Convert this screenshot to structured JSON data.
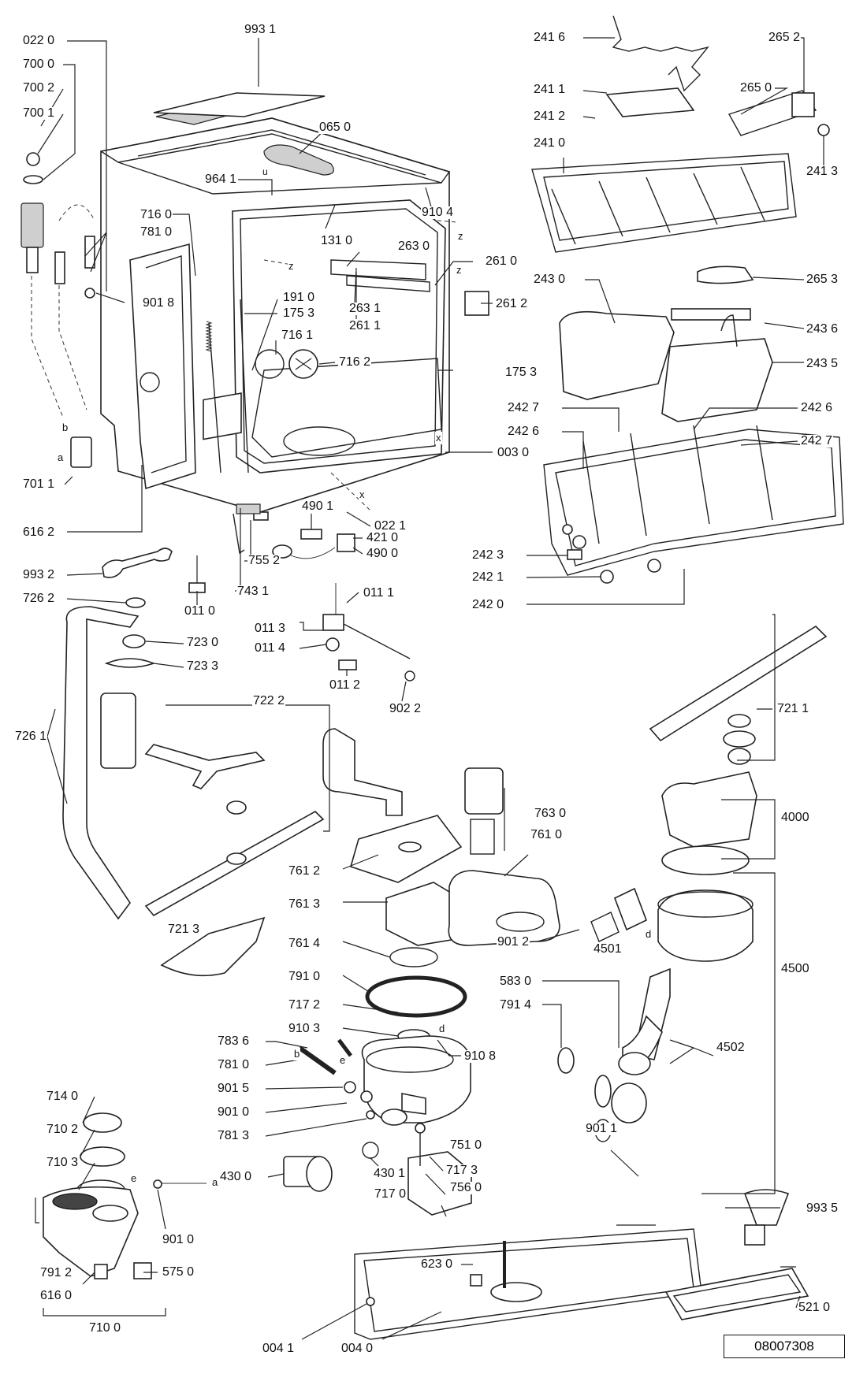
{
  "drawing_number": "08007308",
  "labels": [
    {
      "id": "l1",
      "text": "022 0"
    },
    {
      "id": "l2",
      "text": "700 0"
    },
    {
      "id": "l3",
      "text": "700 2"
    },
    {
      "id": "l4",
      "text": "700 1"
    },
    {
      "id": "l5",
      "text": "993 1"
    },
    {
      "id": "l6",
      "text": "065 0"
    },
    {
      "id": "l7",
      "text": "964 1"
    },
    {
      "id": "l8",
      "text": "910 4"
    },
    {
      "id": "l9",
      "text": "716 0"
    },
    {
      "id": "l10",
      "text": "781 0"
    },
    {
      "id": "l11",
      "text": "131 0"
    },
    {
      "id": "l12",
      "text": "263 0"
    },
    {
      "id": "l13",
      "text": "261 0"
    },
    {
      "id": "l14",
      "text": "901 8"
    },
    {
      "id": "l15",
      "text": "191 0"
    },
    {
      "id": "l16",
      "text": "175 3"
    },
    {
      "id": "l17",
      "text": "263 1"
    },
    {
      "id": "l18",
      "text": "261 1"
    },
    {
      "id": "l19",
      "text": "261 2"
    },
    {
      "id": "l20",
      "text": "716 1"
    },
    {
      "id": "l21",
      "text": "716 2"
    },
    {
      "id": "l22",
      "text": "175 3"
    },
    {
      "id": "l23",
      "text": "003 0"
    },
    {
      "id": "l24",
      "text": "701 1"
    },
    {
      "id": "l25",
      "text": "616 2"
    },
    {
      "id": "l26",
      "text": "490 1"
    },
    {
      "id": "l27",
      "text": "421 0"
    },
    {
      "id": "l28",
      "text": "490 0"
    },
    {
      "id": "l29",
      "text": "022 1"
    },
    {
      "id": "l30",
      "text": "993 2"
    },
    {
      "id": "l31",
      "text": "755 2"
    },
    {
      "id": "l32",
      "text": "743 1"
    },
    {
      "id": "l33",
      "text": "726 2"
    },
    {
      "id": "l34",
      "text": "011 0"
    },
    {
      "id": "l35",
      "text": "011 1"
    },
    {
      "id": "l36",
      "text": "011 3"
    },
    {
      "id": "l37",
      "text": "011 4"
    },
    {
      "id": "l38",
      "text": "011 2"
    },
    {
      "id": "l39",
      "text": "902 2"
    },
    {
      "id": "l40",
      "text": "723 0"
    },
    {
      "id": "l41",
      "text": "723 3"
    },
    {
      "id": "l42",
      "text": "722 2"
    },
    {
      "id": "l43",
      "text": "726 1"
    },
    {
      "id": "l44",
      "text": "241 6"
    },
    {
      "id": "l45",
      "text": "265 2"
    },
    {
      "id": "l46",
      "text": "241 1"
    },
    {
      "id": "l47",
      "text": "265 0"
    },
    {
      "id": "l48",
      "text": "241 2"
    },
    {
      "id": "l49",
      "text": "241 0"
    },
    {
      "id": "l50",
      "text": "241 3"
    },
    {
      "id": "l51",
      "text": "243 0"
    },
    {
      "id": "l52",
      "text": "265 3"
    },
    {
      "id": "l53",
      "text": "243 6"
    },
    {
      "id": "l54",
      "text": "243 5"
    },
    {
      "id": "l55",
      "text": "242 7"
    },
    {
      "id": "l56",
      "text": "242 6"
    },
    {
      "id": "l57",
      "text": "242 6"
    },
    {
      "id": "l58",
      "text": "242 7"
    },
    {
      "id": "l59",
      "text": "242 3"
    },
    {
      "id": "l60",
      "text": "242 1"
    },
    {
      "id": "l61",
      "text": "242 0"
    },
    {
      "id": "l62",
      "text": "721 1"
    },
    {
      "id": "l63",
      "text": "763 0"
    },
    {
      "id": "l64",
      "text": "761 0"
    },
    {
      "id": "l65",
      "text": "4000"
    },
    {
      "id": "l66",
      "text": "761 2"
    },
    {
      "id": "l67",
      "text": "761 3"
    },
    {
      "id": "l68",
      "text": "761 4"
    },
    {
      "id": "l69",
      "text": "721 3"
    },
    {
      "id": "l70",
      "text": "901 2"
    },
    {
      "id": "l71",
      "text": "4501"
    },
    {
      "id": "l72",
      "text": "4500"
    },
    {
      "id": "l73",
      "text": "791 0"
    },
    {
      "id": "l74",
      "text": "583 0"
    },
    {
      "id": "l75",
      "text": "791 4"
    },
    {
      "id": "l76",
      "text": "717 2"
    },
    {
      "id": "l77",
      "text": "910 3"
    },
    {
      "id": "l78",
      "text": "910 8"
    },
    {
      "id": "l79",
      "text": "783 6"
    },
    {
      "id": "l80",
      "text": "781 0"
    },
    {
      "id": "l81",
      "text": "4502"
    },
    {
      "id": "l82",
      "text": "714 0"
    },
    {
      "id": "l83",
      "text": "901 5"
    },
    {
      "id": "l84",
      "text": "901 0"
    },
    {
      "id": "l85",
      "text": "710 2"
    },
    {
      "id": "l86",
      "text": "781 3"
    },
    {
      "id": "l87",
      "text": "901 1"
    },
    {
      "id": "l88",
      "text": "751 0"
    },
    {
      "id": "l89",
      "text": "710 3"
    },
    {
      "id": "l90",
      "text": "430 0"
    },
    {
      "id": "l91",
      "text": "430 1"
    },
    {
      "id": "l92",
      "text": "717 3"
    },
    {
      "id": "l93",
      "text": "756 0"
    },
    {
      "id": "l94",
      "text": "717 0"
    },
    {
      "id": "l95",
      "text": "993 5"
    },
    {
      "id": "l96",
      "text": "901 0"
    },
    {
      "id": "l97",
      "text": "623 0"
    },
    {
      "id": "l98",
      "text": "791 2"
    },
    {
      "id": "l99",
      "text": "575 0"
    },
    {
      "id": "l100",
      "text": "616 0"
    },
    {
      "id": "l101",
      "text": "521 0"
    },
    {
      "id": "l102",
      "text": "710 0"
    },
    {
      "id": "l103",
      "text": "004 1"
    },
    {
      "id": "l104",
      "text": "004 0"
    }
  ],
  "letters": [
    {
      "id": "t1",
      "text": "u"
    },
    {
      "id": "t2",
      "text": "z"
    },
    {
      "id": "t3",
      "text": "z"
    },
    {
      "id": "t4",
      "text": "z"
    },
    {
      "id": "t5",
      "text": "x"
    },
    {
      "id": "t6",
      "text": "x"
    },
    {
      "id": "t7",
      "text": "b"
    },
    {
      "id": "t8",
      "text": "a"
    },
    {
      "id": "t9",
      "text": "d"
    },
    {
      "id": "t10",
      "text": "d"
    },
    {
      "id": "t11",
      "text": "b"
    },
    {
      "id": "t12",
      "text": "e"
    },
    {
      "id": "t13",
      "text": "e"
    },
    {
      "id": "t14",
      "text": "a"
    }
  ]
}
